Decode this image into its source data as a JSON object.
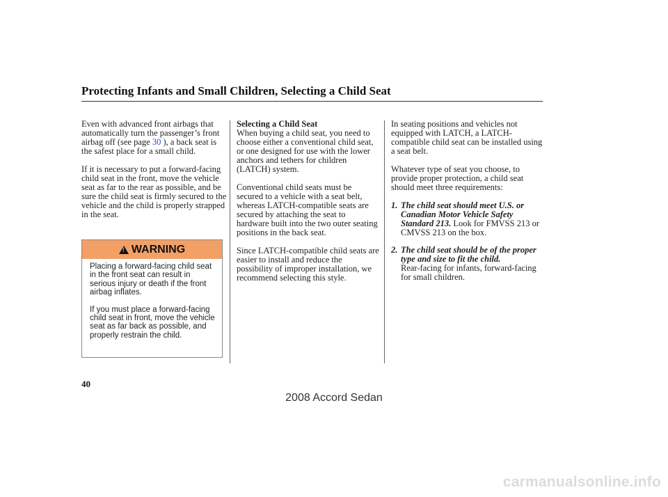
{
  "header": {
    "title": "Protecting Infants and Small Children, Selecting a Child Seat"
  },
  "col1": {
    "p1_before": "Even with advanced front airbags that automatically turn the passenger’s front airbag off (see page ",
    "p1_link": "30",
    "p1_after": " ), a back seat is the safest place for a small child.",
    "p2": "If it is necessary to put a forward-facing child seat in the front, move the vehicle seat as far to the rear as possible, and be sure the child seat is firmly secured to the vehicle and the child is properly strapped in the seat."
  },
  "warning": {
    "label": "WARNING",
    "p1": "Placing a forward-facing child seat in the front seat can result in serious injury or death if the front airbag inflates.",
    "p2": "If you must place a forward-facing child seat in front, move the vehicle seat as far back as possible, and properly restrain the child."
  },
  "col2": {
    "subheading": "Selecting a Child Seat",
    "p1": "When buying a child seat, you need to choose either a conventional child seat, or one designed for use with the lower anchors and tethers for children (LATCH) system.",
    "p2": "Conventional child seats must be secured to a vehicle with a seat belt, whereas LATCH-compatible seats are secured by attaching the seat to hardware built into the two outer seating positions in the back seat.",
    "p3": "Since LATCH-compatible child seats are easier to install and reduce the possibility of improper installation, we recommend selecting this style."
  },
  "col3": {
    "p1": "In seating positions and vehicles not equipped with LATCH, a LATCH-compatible child seat can be installed using a seat belt.",
    "p2": "Whatever type of seat you choose, to provide proper protection, a child seat should meet three requirements:",
    "requirements": [
      {
        "num": "1.",
        "head": "The child seat should meet U.S. or Canadian Motor Vehicle Safety Standard 213.",
        "body": " Look for FMVSS 213 or CMVSS 213 on the box."
      },
      {
        "num": "2.",
        "head": "The child seat should be of the proper type and size to fit the child.",
        "body": "Rear-facing for infants, forward-facing for small children."
      }
    ]
  },
  "page_number": "40",
  "footer": "2008  Accord  Sedan",
  "watermark": "carmanualsonline.info"
}
